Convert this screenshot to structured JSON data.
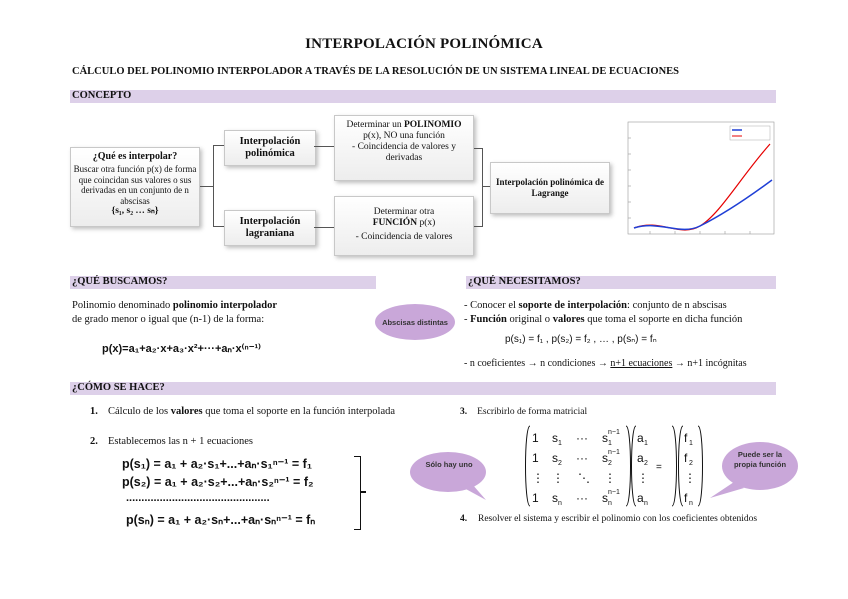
{
  "title": "INTERPOLACIÓN POLINÓMICA",
  "subtitle": "CÁLCULO DEL POLINOMIO INTERPOLADOR A TRAVÉS DE LA RESOLUCIÓN DE UN SISTEMA LINEAL DE ECUACIONES",
  "sections": {
    "concepto": "CONCEPTO",
    "que_buscamos": "¿QUÉ BUSCAMOS?",
    "que_necesitamos": "¿QUÉ NECESITAMOS?",
    "como_se_hace": "¿CÓMO SE HACE?"
  },
  "concept": {
    "question": "¿Qué es interpolar?",
    "answer": "Buscar otra función p(x) de forma que coincidan sus valores o sus derivadas en un conjunto de n abscisas",
    "set": "{s₁, s₂ … sₙ}",
    "interp_poly": "Interpolación polinómica",
    "interp_lag": "Interpolación lagraniana",
    "poly_l1a": "Determinar un ",
    "poly_l1b": "POLINOMIO",
    "poly_l2": "p(x), NO una función",
    "poly_l3": "- Coincidencia de valores y derivadas",
    "func_l1": "Determinar otra",
    "func_l2a": "FUNCIÓN",
    "func_l2b": " p(x)",
    "func_l3": "- Coincidencia de valores",
    "lagrange": "Interpolación polinómica de Lagrange"
  },
  "buscamos": {
    "l1a": "Polinomio denominado ",
    "l1b": "polinomio interpolador",
    "l2": "de grado menor o igual que (n-1) de la forma:",
    "formula": "p(x)=a₁+a₂·x+a₃·x²+···+aₙ·x⁽ⁿ⁻¹⁾"
  },
  "necesitamos": {
    "bubble": "Abscisas distintas",
    "l1a": "- Conocer el ",
    "l1b": "soporte de interpolación",
    "l1c": ": conjunto de n abscisas",
    "l2a": "- ",
    "l2b": "Función",
    "l2c": " original o ",
    "l2d": "valores",
    "l2e": " que toma el soporte en dicha función",
    "values": "p(s₁) = f₁ , p(s₂) = f₂ , … , p(sₙ) = fₙ",
    "count_a": "- n coeficientes → n condiciones → ",
    "count_b": "n+1 ecuaciones",
    "count_c": " → n+1 incógnitas"
  },
  "como": {
    "step1a": "Cálculo de los ",
    "step1b": "valores",
    "step1c": " que toma el soporte en la función interpolada",
    "step2": "Establecemos las n + 1 ecuaciones",
    "eq1": "p(s₁) = a₁ + a₂·s₁+...+aₙ·s₁ⁿ⁻¹  =  f₁",
    "eq2": "p(s₂) = a₁ + a₂·s₂+...+aₙ·s₂ⁿ⁻¹  =  f₂",
    "dots": "...............................................",
    "eqn": "p(sₙ) = a₁ + a₂·sₙ+...+aₙ·sₙⁿ⁻¹  =  fₙ",
    "step3": "Escribirlo de forma matricial",
    "step4": "Resolver el sistema y escribir el polinomio con los coeficientes obtenidos",
    "bubble_left": "Sólo hay uno",
    "bubble_right": "Puede ser la propia función"
  },
  "colors": {
    "band": "#ddd0e9",
    "bubble": "#c9a7d9",
    "red": "#e60000",
    "blue": "#1f3fd6"
  }
}
